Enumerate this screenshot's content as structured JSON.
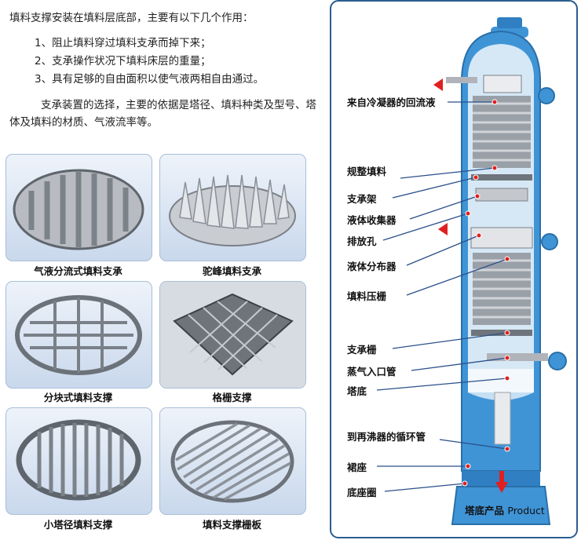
{
  "intro": {
    "line1": "填料支撑安装在填料层底部，主要有以下几个作用：",
    "items": [
      "1、阻止填料穿过填料支承而掉下来；",
      "2、支承操作状况下填料床层的重量；",
      "3、具有足够的自由面积以使气液两相自由通过。"
    ],
    "para": "支承装置的选择，主要的依据是塔径、填料种类及型号、塔体及填料的材质、气液流率等。"
  },
  "products": [
    {
      "label": "气液分流式填料支承"
    },
    {
      "label": "驼峰填料支承"
    },
    {
      "label": "分块式填料支撑"
    },
    {
      "label": "格栅支撑"
    },
    {
      "label": "小塔径填料支撑"
    },
    {
      "label": "填料支撑栅板"
    }
  ],
  "column": {
    "labels": [
      "来自冷凝器的回流液",
      "规整填料",
      "支承架",
      "液体收集器",
      "排放孔",
      "液体分布器",
      "填料压栅",
      "支承栅",
      "蒸气入口管",
      "塔底",
      "到再沸器的循环管",
      "裙座",
      "底座圈"
    ],
    "bottom_label": "塔底产品",
    "bottom_label_en": "Product"
  },
  "colors": {
    "shell": "#3f94d6",
    "frame": "#2b5d8f",
    "arrow": "#e02020",
    "leader": "#2a4f8a"
  }
}
